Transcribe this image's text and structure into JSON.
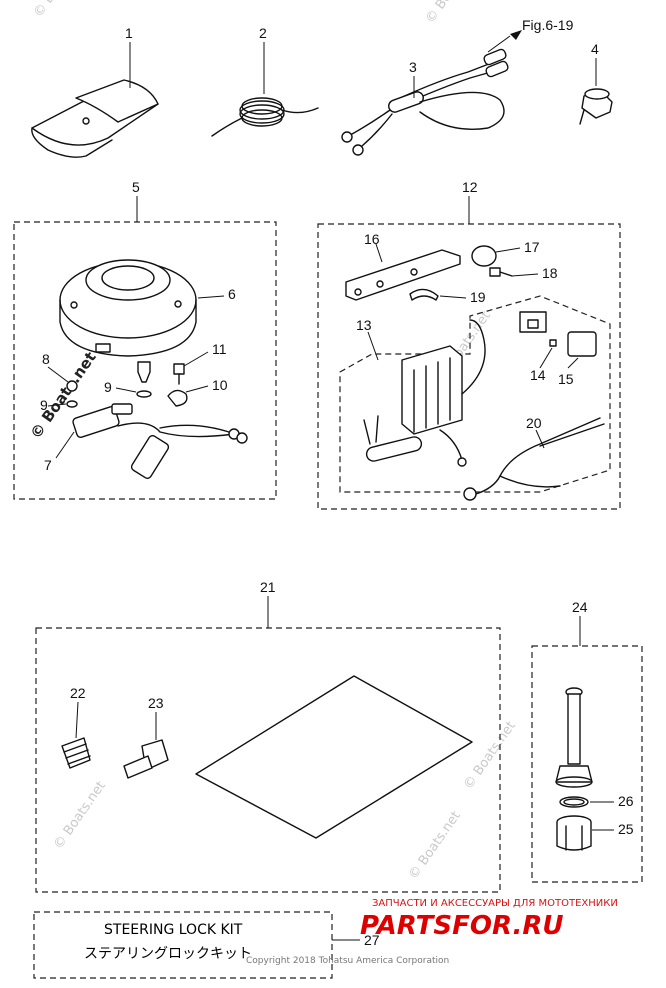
{
  "figure_ref": "Fig.6-19",
  "callouts": {
    "p1": "1",
    "p2": "2",
    "p3": "3",
    "p4": "4",
    "p5": "5",
    "p6": "6",
    "p7": "7",
    "p8": "8",
    "p9a": "9",
    "p9b": "9",
    "p10": "10",
    "p11": "11",
    "p12": "12",
    "p13": "13",
    "p14": "14",
    "p15": "15",
    "p16": "16",
    "p17": "17",
    "p18": "18",
    "p19": "19",
    "p20": "20",
    "p21": "21",
    "p22": "22",
    "p23": "23",
    "p24": "24",
    "p25": "25",
    "p26": "26",
    "p27": "27"
  },
  "kit": {
    "title_en": "STEERING LOCK KIT",
    "title_jp": "ステアリングロックキット"
  },
  "watermarks": {
    "boats_net": "© Boats.net"
  },
  "footer": {
    "tagline": "ЗАПЧАСТИ И АКСЕССУАРЫ ДЛЯ МОТОТЕХНИКИ",
    "brand": "PARTSFOR.RU",
    "copyright": "Copyright 2018 Tohatsu America Corporation"
  },
  "colors": {
    "line": "#111111",
    "brand_red": "#d00000",
    "watermark": "#c9c9c9"
  }
}
